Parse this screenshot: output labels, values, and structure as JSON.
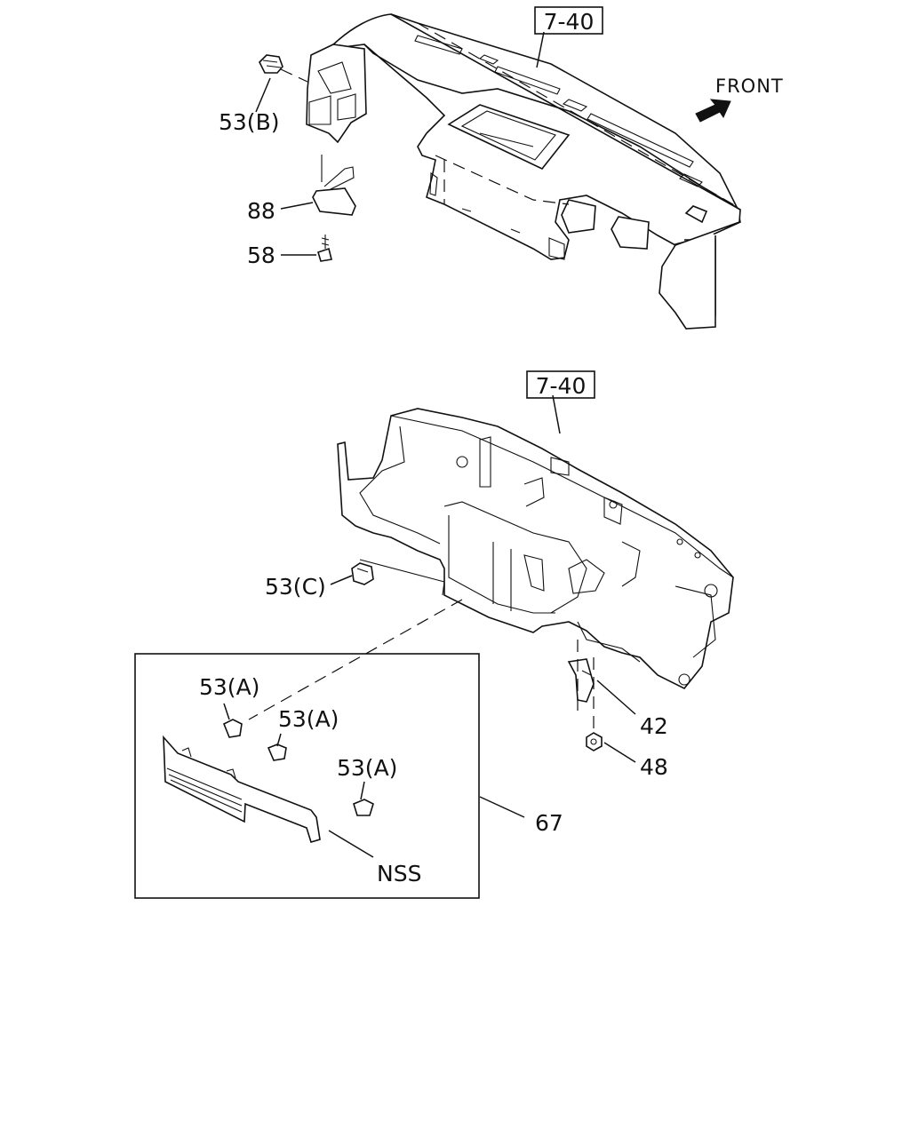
{
  "callouts": {
    "ref_top": "7-40",
    "ref_bottom": "7-40",
    "front": "FRONT",
    "p53b": "53(B)",
    "p88": "88",
    "p58": "58",
    "p53c": "53(C)",
    "p53a_1": "53(A)",
    "p53a_2": "53(A)",
    "p53a_3": "53(A)",
    "p42": "42",
    "p48": "48",
    "p67": "67",
    "nss": "NSS"
  },
  "colors": {
    "line": "#111111",
    "background": "#ffffff"
  }
}
